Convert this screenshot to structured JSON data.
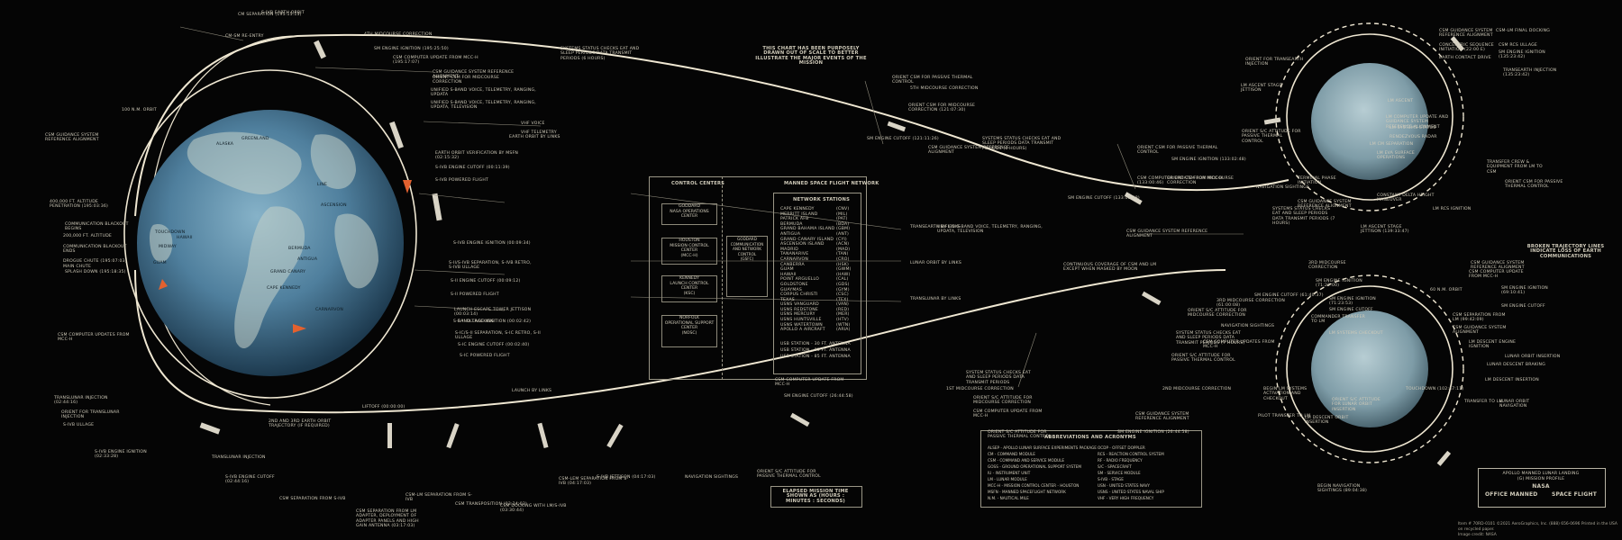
{
  "notes": {
    "scale_note": "THIS CHART HAS BEEN PURPOSELY DRAWN OUT OF SCALE TO BETTER ILLUSTRATE THE MAJOR EVENTS OF THE MISSION",
    "broken_lines": "BROKEN TRAJECTORY LINES INDICATE LOSS OF EARTH COMMUNICATIONS",
    "elapsed": "ELAPSED MISSION TIME SHOWN AS (HOURS : MINUTES : SECONDS)"
  },
  "control_centers": {
    "title": "CONTROL CENTERS",
    "goddard": "GODDARD\nNASA OPERATIONS CENTER",
    "houston": "HOUSTON\nMISSION CONTROL CENTER\n(MCC-H)",
    "kennedy": "KENNEDY\nLAUNCH CONTROL CENTER\n(KSC)",
    "norfolk": "NORFOLK\nOPERATIONAL SUPPORT CENTER\n(NOSC)",
    "goddard_comm": "GODDARD\nCOMMUNICATION AND NETWORK CONTROL\n(GSFC)"
  },
  "network": {
    "title": "MANNED SPACE FLIGHT NETWORK",
    "subtitle": "NETWORK STATIONS",
    "stations": [
      "CAPE KENNEDY",
      "MERRITT ISLAND",
      "PATRICK AFB",
      "BERMUDA",
      "GRAND BAHAMA ISLAND",
      "ANTIGUA",
      "GRAND CANARY ISLAND",
      "ASCENSION ISLAND",
      "MADRID",
      "TANANARIVE",
      "CARNARVON",
      "CANBERRA",
      "GUAM",
      "HAWAII",
      "POINT ARGUELLO",
      "GOLDSTONE",
      "GUAYMAS",
      "CORPUS CHRISTI",
      "TEXAS",
      "USNS VANGUARD",
      "USNS REDSTONE",
      "USNS MERCURY",
      "USNS HUNTSVILLE",
      "USNS WATERTOWN",
      "APOLLO A AIRCRAFT"
    ],
    "codes": [
      "(CNV)",
      "(MIL)",
      "(PAT)",
      "(BDA)",
      "(GBM)",
      "(ANT)",
      "(CYI)",
      "(ACN)",
      "(MAD)",
      "(TAN)",
      "(CRO)",
      "(HSK)",
      "(GWM)",
      "(HAW)",
      "(CAL)",
      "(GDS)",
      "(GYM)",
      "(CSC)",
      "(TEX)",
      "(VAN)",
      "(RED)",
      "(MER)",
      "(HTV)",
      "(WTN)",
      "(ARIA)"
    ],
    "antenna_1": "USB STATION  -  30 FT. ANTENNA",
    "antenna_2": "USB STATION  -  85 FT. ANTENNA",
    "antenna_3": "USB STATION  -  85 FT. ANTENNA"
  },
  "abbreviations": {
    "title": "ABBREVIATIONS  AND ACRONYMS",
    "left": [
      "ALSEP  -  APOLLO LUNAR SURFACE EXPERIMENTS PACKAGE",
      "CM  -  COMMAND MODULE",
      "CSM  -  COMMAND AND SERVICE MODULE",
      "GOSS  -  GROUND OPERATIONAL SUPPORT SYSTEM",
      "IU  -  INSTRUMENT UNIT",
      "LM  -  LUNAR MODULE",
      "MCC-H  -  MISSION CONTROL CENTER - HOUSTON",
      "MSFN  -  MANNED SPACEFLIGHT NETWORK",
      "N.M.  -  NAUTICAL MILE"
    ],
    "right": [
      "OCDP  -  OFFSET DOPPLER",
      "RCS  -  REACTION CONTROL SYSTEM",
      "RF  -  RADIO FREQUENCY",
      "S/C  -  SPACECRAFT",
      "SM  -  SERVICE MODULE",
      "S-IVB  -  STAGE",
      "USN  -  UNITED STATES NAVY",
      "USNS  -  UNITED STATES NAVAL SHIP",
      "VHF  -  VERY HIGH FREQUENCY"
    ]
  },
  "title_block": {
    "line1": "APOLLO MANNED LUNAR LANDING",
    "line2": "(G) MISSION PROFILE",
    "nasa": "NASA",
    "left": "OFFICE MANNED",
    "right": "SPACE FLIGHT"
  },
  "footer": "Item # 70RD-0101   ©2021 AeroGraphics, Inc.   (888) 656-0696   Printed in the USA on recycled paper.\nImage credit: NASA",
  "earth_labels": [
    "ALASKA",
    "GREENLAND",
    "LINE",
    "ASCENSION",
    "TOUCHDOWN",
    "HAWAII",
    "MIDWAY",
    "GUAM",
    "BERMUDA",
    "GRAND CANARY",
    "ANTIGUA",
    "CAPE KENNEDY",
    "CARNARVON"
  ],
  "left_events": [
    "CM SEPARATION (195:15:13)",
    "CM-SM RE-ENTRY",
    "S-IVB EARTH ORBIT",
    "CSM GUIDANCE SYSTEM REFERENCE ALIGNMENT",
    "400,000 FT. ALTITUDE PENETRATION (195:03:36)",
    "COMMUNICATION BLACKOUT BEGINS",
    "200,000 FT. ALTITUDE",
    "COMMUNICATION BLACKOUT ENDS",
    "DROGUE CHUTE (195:07:03)",
    "MAIN CHUTE",
    "SPLASH DOWN (195:18:35)",
    "CSM COMPUTER UPDATES FROM MCC-H",
    "TRANSLUNAR INJECTION (02:44:16)",
    "ORIENT FOR TRANSLUNAR INJECTION",
    "S-IVB ULLAGE",
    "S-IVB ENGINE IGNITION (02:33:28)",
    "TRANSLUNAR INJECTION",
    "S-IVB ENGINE CUTOFF (02:44:16)",
    "CSM SEPARATION FROM S-IVB",
    "CSM SEPARATION FROM LM ADAPTER, DEPLOYMENT OF ADAPTER PANELS AND HIGH GAIN ANTENNA (03:17:03)",
    "CSM-LM SEPARATION FROM S-IVB",
    "CSM TRANSPOSITION (03:24:03)",
    "CSM DOCKING WITH LM/S-IVB (03:30:44)",
    "CSM-LEM SEPARATION FROM S-IVB (04:17:03)",
    "S-IVB JETTISON (04:17:03)",
    "NAVIGATION SIGHTINGS",
    "ORIENT S/C ATTITUDE FOR PASSIVE THERMAL CONTROL"
  ],
  "upper_events": [
    "4TH MIDCOURSE CORRECTION",
    "SM ENGINE IGNITION (195:25:50)",
    "CSM COMPUTER UPDATE FROM MCC-H (195:17:07)",
    "SYSTEMS STATUS CHECKS EAT AND SLEEP PERIODS DATA TRANSMIT PERIODS (6 HOURS)",
    "CSM GUIDANCE SYSTEM REFERENCE ALIGNMENT",
    "ORIENT CSM FOR MIDCOURSE CORRECTION",
    "ORIENT CSM FOR PASSIVE THERMAL CONTROL",
    "5TH MIDCOURSE CORRECTION",
    "ORIENT CSM FOR MIDCOURSE CORRECTION (121:07:30)",
    "SM ENGINE CUTOFF (121:11:26)",
    "CSM GUIDANCE SYSTEM REFERENCE ALIGNMENT",
    "SYSTEMS STATUS CHECKS EAT AND SLEEP PERIODS DATA TRANSMIT PERIODS (6 HOURS)",
    "ORIENT CSM FOR PASSIVE THERMAL CONTROL",
    "SM ENGINE IGNITION (133:02:48)",
    "ORIENT CSM FOR MIDCOURSE CORRECTION",
    "CSM COMPUTER UPDATE FROM MCC-H (133:00:46)",
    "SM ENGINE CUTOFF (133:03:28)",
    "CSM GUIDANCE SYSTEM REFERENCE ALIGNMENT"
  ],
  "comm_lines": [
    "UNIFIED S-BAND VOICE, TELEMETRY, RANGING, UPDATA",
    "UNIFIED S-BAND VOICE, TELEMETRY, RANGING, UPDATA, TELEVISION",
    "VHF VOICE",
    "VHF TELEMETRY",
    "S-BAND TRACKING",
    "UNIFIED S-BAND VOICE, TELEMETRY, RANGING, UPDATA, TELEVISION",
    "TRANSEARTH BY LINKS",
    "LUNAR ORBIT BY LINKS",
    "TRANSLUNAR BY LINKS",
    "EARTH ORBIT BY LINKS",
    "LAUNCH BY LINKS",
    "CONTINUOUS COVERAGE OF CSM AND LM EXCEPT WHEN MASKED BY MOON"
  ],
  "launch_events": [
    "EARTH ORBIT VERIFICATION BY MSFN (02:15:32)",
    "S-IVB ENGINE CUTOFF (00:11:39)",
    "S-IVB POWERED FLIGHT",
    "S-IVB ENGINE IGNITION (00:09:34)",
    "S-II/S-IVB SEPARATION, S-IVB RETRO, S-IVB ULLAGE",
    "S-II ENGINE CUTOFF (00:09:12)",
    "S-II POWERED FLIGHT",
    "LAUNCH ESCAPE TOWER JETTISON (00:03:14)",
    "S-II ULLAGE IGNITION (00:02:42)",
    "S-IC/S-II SEPARATION, S-IC RETRO, S-II ULLAGE",
    "S-IC ENGINE CUTOFF (00:02:40)",
    "S-IC POWERED FLIGHT",
    "LIFTOFF (00:00:00)",
    "2ND AND 3RD EARTH ORBIT TRAJECTORY (IF REQUIRED)",
    "100 N.M. ORBIT"
  ],
  "lower_events": [
    "SM ENGINE CUTOFF (26:44:58)",
    "CSM COMPUTER UPDATE FROM MCC-H",
    "1ST MIDCOURSE CORRECTION",
    "SYSTEM STATUS CHECKS EAT AND SLEEP PERIODS DATA TRANSMIT PERIODS",
    "ORIENT S/C ATTITUDE FOR MIDCOURSE CORRECTION",
    "CSM COMPUTER UPDATE FROM MCC-H",
    "ORIENT S/C ATTITUDE FOR PASSIVE THERMAL CONTROL",
    "SM ENGINE IGNITION (26:44:58)",
    "CSM GUIDANCE SYSTEM REFERENCE ALIGNMENT",
    "2ND MIDCOURSE CORRECTION",
    "ORIENT S/C ATTITUDE FOR PASSIVE THERMAL CONTROL",
    "SYSTEM STATUS CHECKS EAT AND SLEEP PERIODS DATA TRANSMIT PERIODS (7 HOURS)",
    "ORIENT S/C ATTITUDE FOR MIDCOURSE CORRECTION",
    "CSM COMPUTER UPDATES FROM MCC-H",
    "3RD MIDCOURSE CORRECTION (61:00:08)",
    "NAVIGATION SIGHTINGS",
    "SM ENGINE CUTOFF (61:40:37)"
  ],
  "moon_top_events": [
    "CSM GUIDANCE SYSTEM REFERENCE ALIGNMENT",
    "CONCENTRIC SEQUENCE INITIATION (22:00 E)",
    "EARTH CONTACT DRIVE",
    "CSM-LM FINAL DOCKING",
    "CSM RCS ULLAGE",
    "SM ENGINE IGNITION (135:23:42)",
    "TRANSEARTH INJECTION (135:23:42)",
    "ORIENT FOR TRANSEARTH INJECTION",
    "LM ASCENT STAGE JETTISON",
    "ORIENT S/C ATTITUDE FOR PASSIVE THERMAL CONTROL",
    "ORIENT CSM FOR PASSIVE THERMAL CONTROL",
    "NAVIGATION SIGHTINGS",
    "CONSTANT DELTA HEIGHT MANEUVER",
    "TERMINAL PHASE INITIATION",
    "CSM GUIDANCE SYSTEM REFERENCE ALIGNMENT",
    "TRANSFER CREW & EQUIPMENT FROM LM TO CSM",
    "LM RCS IGNITION",
    "LM ASCENT STAGE JETTISON (139:33:47)",
    "SYSTEMS STATUS CHECKS EAT AND SLEEP PERIODS DATA TRANSMIT PERIODS (7 HOURS)",
    "LM CM SEPARATION",
    "LM ASCENT",
    "LM EVA SURFACE OPERATIONS",
    "LM COMPUTER UPDATE AND GUIDANCE SYSTEM REFERENCE ALIGNMENT",
    "LM SYSTEMS STATUS",
    "RENDEZVOUS RADAR"
  ],
  "moon_bottom_events": [
    "CSM GUIDANCE SYSTEM REFERENCE ALIGNMENT",
    "CSM COMPUTER UPDATE FROM MCC-H",
    "SM ENGINE IGNITION (69:10:41)",
    "SM ENGINE CUTOFF",
    "LUNAR ORBIT INSERTION",
    "CSM SEPARATION FROM LM (99:42:09)",
    "CSM GUIDANCE SYSTEM ALIGNMENT",
    "LM DESCENT ENGINE IGNITION",
    "LM DESCENT INSERTION",
    "TRANSFER TO LM",
    "PILOT TRANSFER TO LM",
    "LM DESCENT ORBIT INSERTION",
    "LUNAR ORBIT NAVIGATION",
    "BEGIN NAVIGATION SIGHTINGS (89:04:38)",
    "BEGIN LM SYSTEMS ACTIVATION AND CHECKOUT",
    "SM ENGINE IGNITION (71:23:53)",
    "SM ENGINE CUTOFF",
    "COMMANDER TRANSFER TO LM",
    "LM SYSTEMS CHECKOUT",
    "60 N.M. ORBIT",
    "SM ENGINE IGNITION (71:22:00)",
    "3RD MIDCOURSE CORRECTION",
    "TOUCHDOWN (102:47:11)",
    "LUNAR DESCENT BRAKING",
    "ORIENT S/C ATTITUDE FOR LUNAR ORBIT INSERTION"
  ],
  "colors": {
    "background": "#050505",
    "trajectory": "#efe7d2",
    "earth": "#4f7f9d",
    "moon": "#8eabb4",
    "text": "#cfcab9"
  }
}
